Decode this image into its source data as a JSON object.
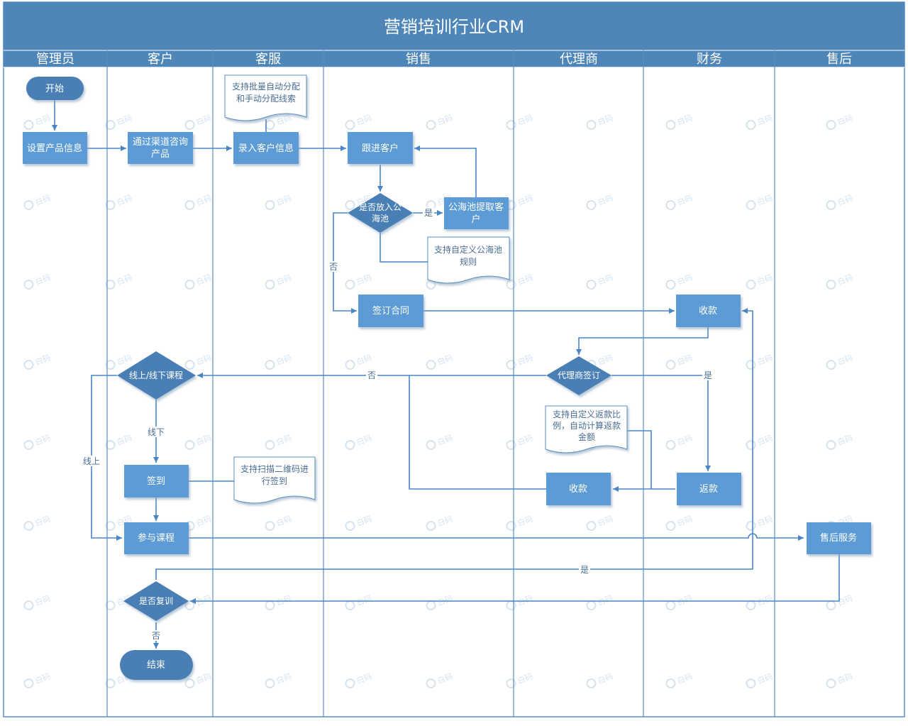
{
  "title": "营销培训行业CRM",
  "lanes": [
    "管理员",
    "客户",
    "客服",
    "销售",
    "代理商",
    "财务",
    "售后"
  ],
  "nodes": {
    "start": "开始",
    "set_product": "设置产品信息",
    "consult": [
      "通过渠道咨询",
      "产品"
    ],
    "entry": "录入客户信息",
    "follow": "跟进客户",
    "pool_decision": [
      "是否放入公",
      "海池"
    ],
    "pool_extract": [
      "公海池提取客",
      "户"
    ],
    "sign": "签订合同",
    "collect": "收款",
    "agent_sign": "代理商签订",
    "course_type": "线上/线下课程",
    "checkin": "签到",
    "attend": "参与课程",
    "rebate": "返款",
    "collect2": "收款",
    "after_sale": "售后服务",
    "retrain": "是否复训",
    "end": "结束"
  },
  "notes": {
    "batch": [
      "支持批量自动分配",
      "和手动分配线索"
    ],
    "pool_rule": [
      "支持自定义公海池",
      "规则"
    ],
    "rebate_rule": [
      "支持自定义返款比",
      "例，自动计算返款",
      "金额"
    ],
    "qr": [
      "支持扫描二维码进",
      "行签到"
    ]
  },
  "labels": {
    "yes": "是",
    "no": "否",
    "offline": "线下",
    "online": "线上"
  },
  "watermark": "白码",
  "colors": {
    "header": "#4e86b9",
    "node": "#5b9bd5",
    "node_dark": "#4a7fb4",
    "line": "#4a86c6",
    "lane_border": "#5a8ec0"
  }
}
